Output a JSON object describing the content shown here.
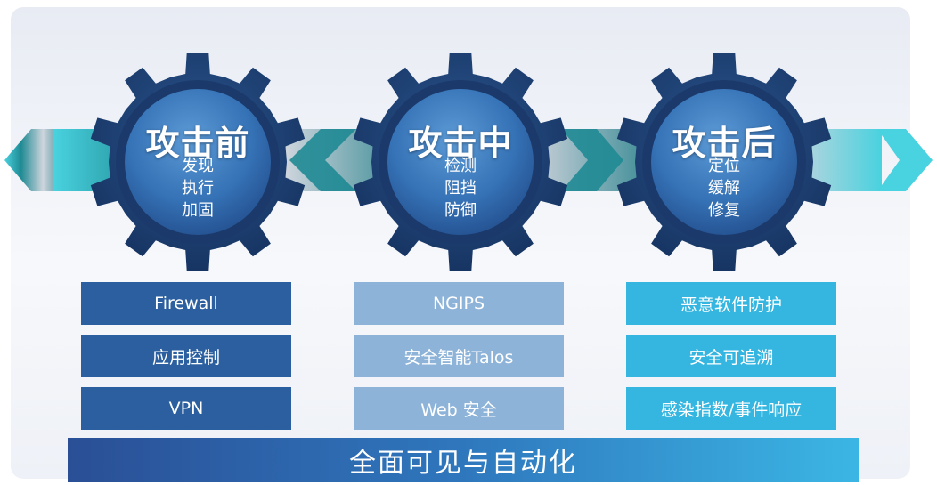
{
  "phases": [
    {
      "title": "攻击前",
      "items": [
        "发现",
        "执行",
        "加固"
      ]
    },
    {
      "title": "攻击中",
      "items": [
        "检测",
        "阻挡",
        "防御"
      ]
    },
    {
      "title": "攻击后",
      "items": [
        "定位",
        "缓解",
        "修复"
      ]
    }
  ],
  "columns": [
    {
      "rows": [
        "Firewall",
        "应用控制",
        "VPN"
      ]
    },
    {
      "rows": [
        "NGIPS",
        "安全智能Talos",
        "Web 安全"
      ]
    },
    {
      "rows": [
        "恶意软件防护",
        "安全可追溯",
        "感染指数/事件响应"
      ]
    }
  ],
  "bottom_bar": "全面可见与自动化",
  "colors": {
    "gear_dark": "#1e3f74",
    "gear_inner": "#3a7cc2",
    "column1": "#2b5f9f",
    "column2": "#8db3d8",
    "column3": "#35b6e0",
    "arrow": "#3fc9d9"
  }
}
